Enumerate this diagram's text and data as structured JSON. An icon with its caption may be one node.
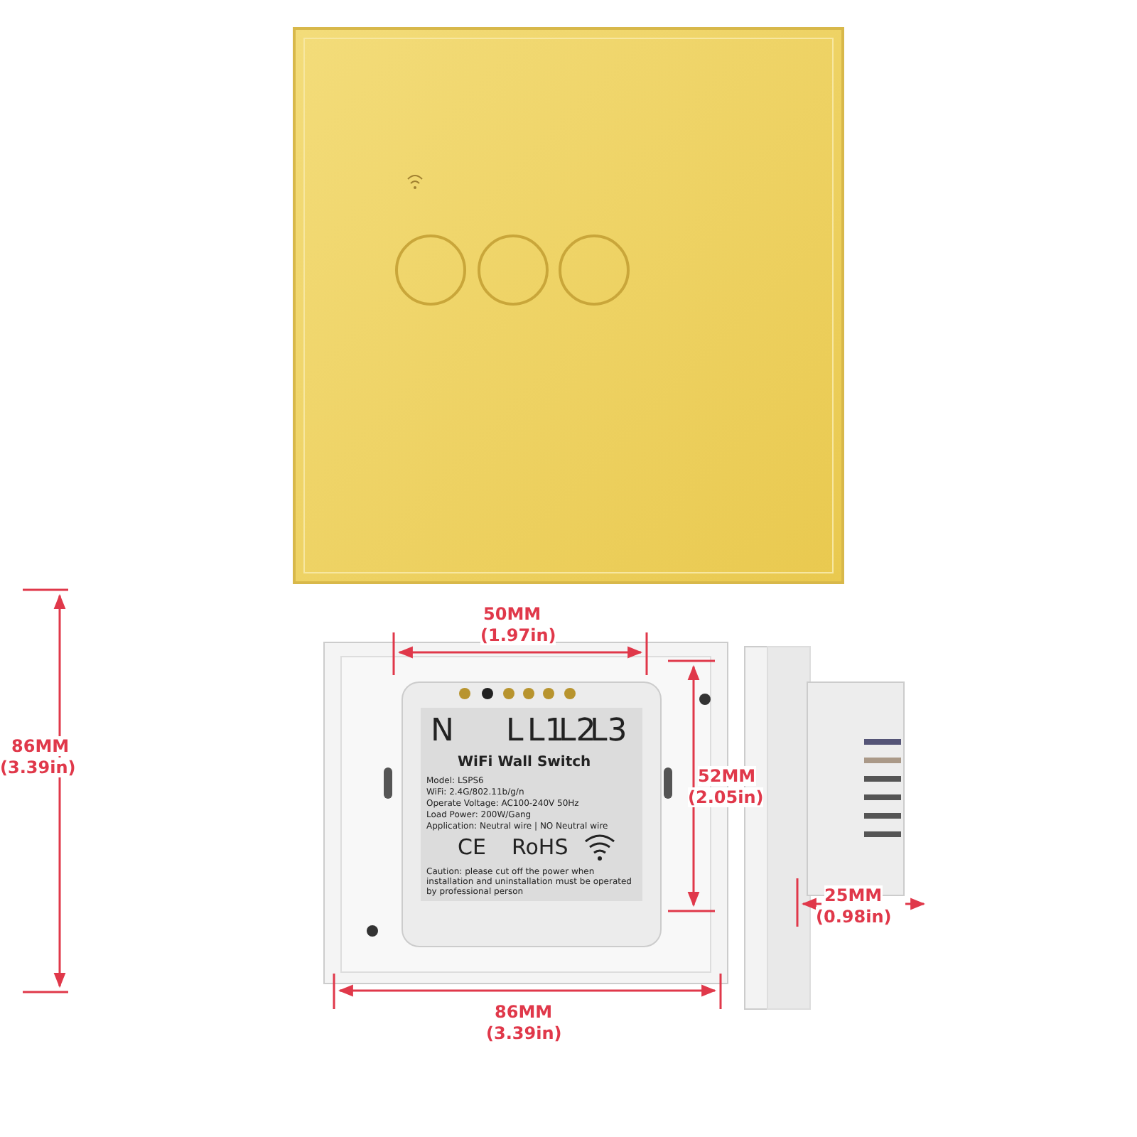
{
  "diagram": {
    "labels": [
      "50MM",
      "(1.97in)",
      "N",
      "L",
      "L1",
      "L2",
      "L3",
      "86MM",
      "(3.39in)",
      "WiFi Wall Switch",
      "Model: LSPS6",
      "WiFi:  2.4G/802.11b/g/n",
      "Operate Voltage:  AC100-240V 50Hz",
      "Load Power:  200W/Gang",
      "Application:  Neutral wire | NO Neutral wire",
      "52MM",
      "(2.05in)",
      "CE",
      "RoHS",
      "Caution:  please cut off the power when installation and uninstallation must be operated by professional person",
      "25MM",
      "(0.98in)",
      "86MM",
      "(3.39in)"
    ]
  }
}
